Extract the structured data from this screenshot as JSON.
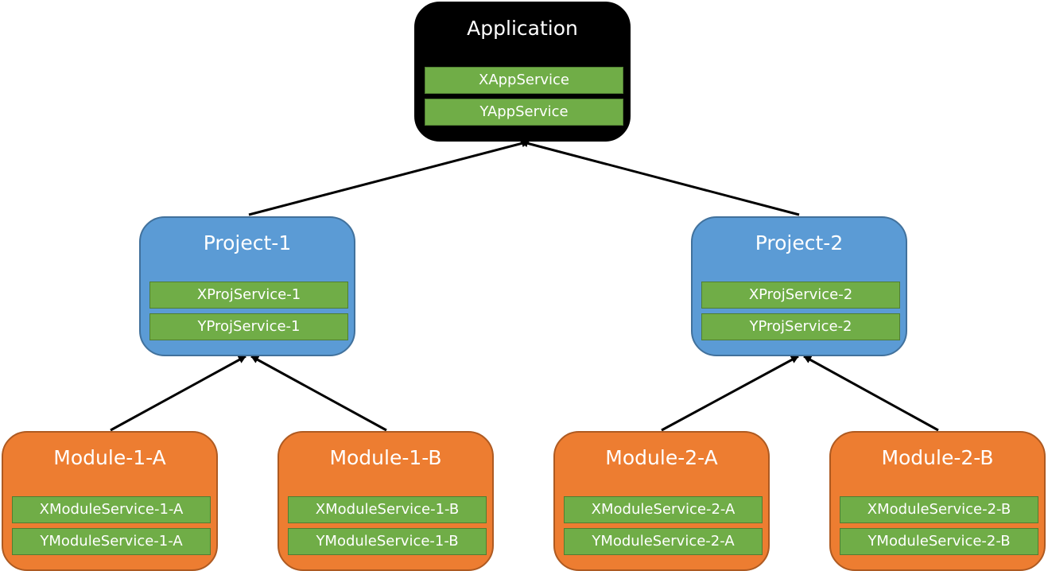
{
  "diagram": {
    "application": {
      "title": "Application",
      "services": [
        "XAppService",
        "YAppService"
      ]
    },
    "projects": [
      {
        "title": "Project-1",
        "services": [
          "XProjService-1",
          "YProjService-1"
        ]
      },
      {
        "title": "Project-2",
        "services": [
          "XProjService-2",
          "YProjService-2"
        ]
      }
    ],
    "modules": [
      {
        "title": "Module-1-A",
        "services": [
          "XModuleService-1-A",
          "YModuleService-1-A"
        ]
      },
      {
        "title": "Module-1-B",
        "services": [
          "XModuleService-1-B",
          "YModuleService-1-B"
        ]
      },
      {
        "title": "Module-2-A",
        "services": [
          "XModuleService-2-A",
          "YModuleService-2-A"
        ]
      },
      {
        "title": "Module-2-B",
        "services": [
          "XModuleService-2-B",
          "YModuleService-2-B"
        ]
      }
    ],
    "colors": {
      "application": "#000000",
      "project": "#5b9bd5",
      "module": "#ed7d31",
      "service": "#70ad47",
      "edge": "#000000"
    }
  }
}
